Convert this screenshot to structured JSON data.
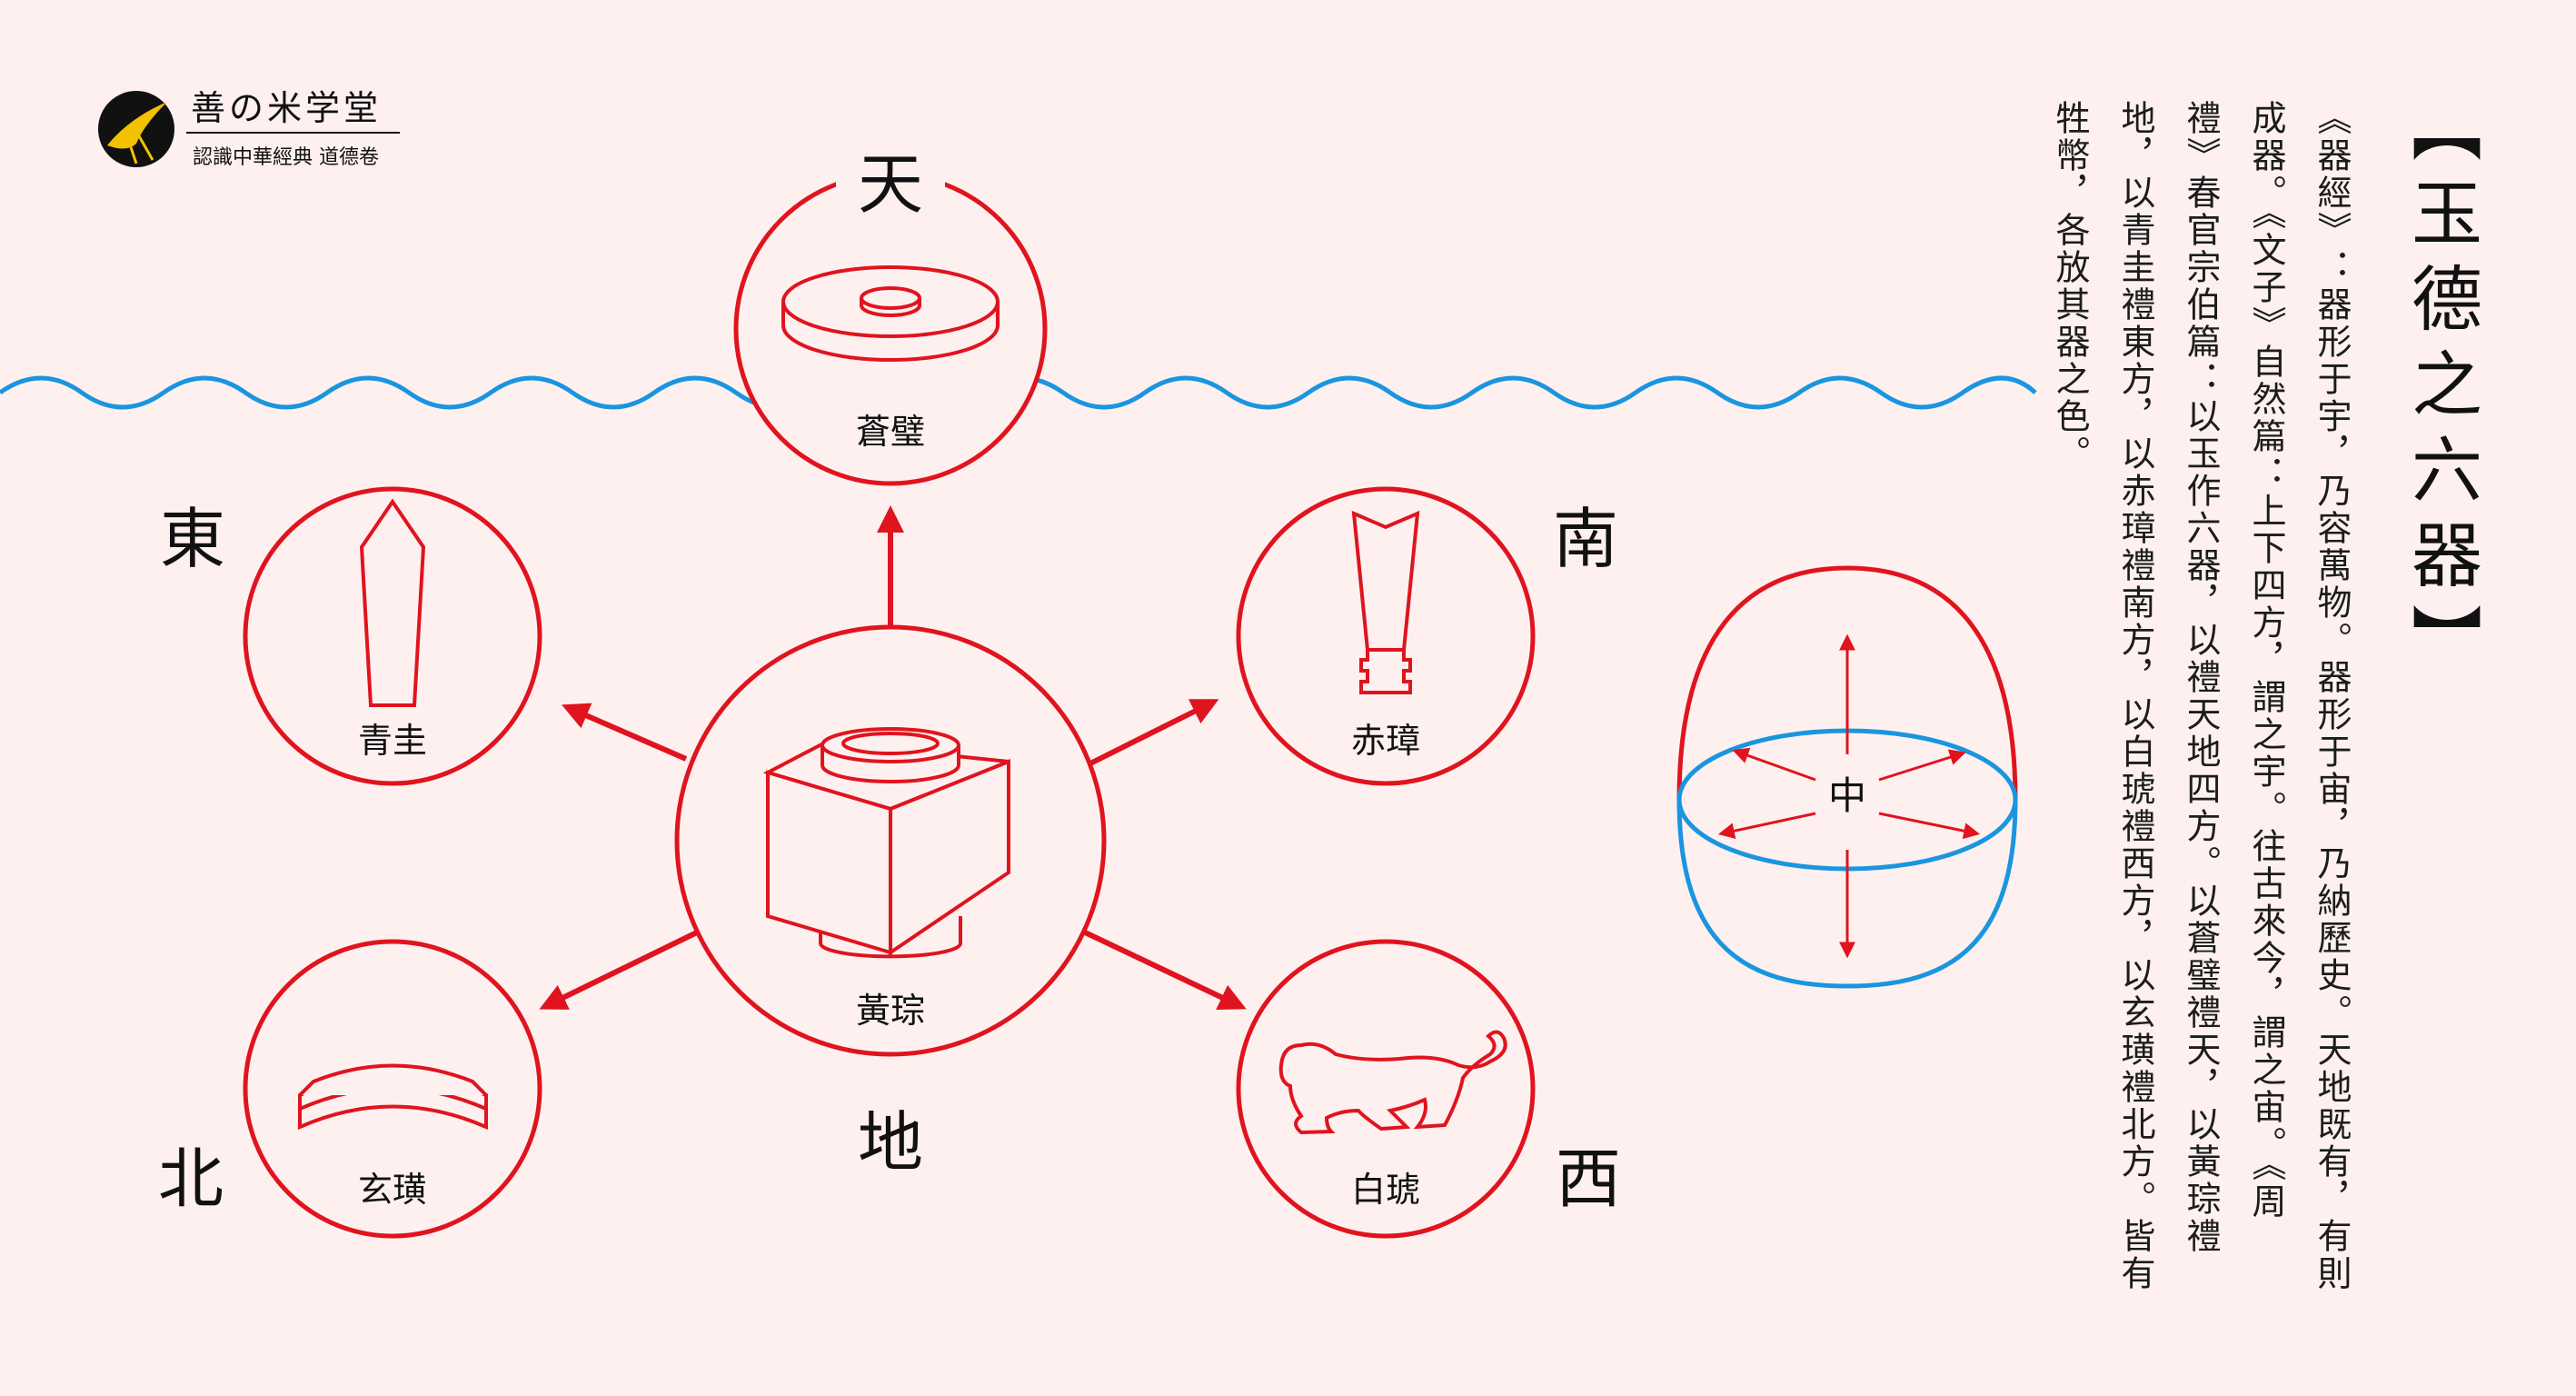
{
  "logo": {
    "name": "善の米学堂",
    "subtitle": "認識中華經典 道德卷"
  },
  "title": "【玉德之六器】",
  "body_columns": [
    "《器經》：器形于宇，乃容萬物。器形于宙，乃納歷史。天地既有，有則",
    "成器。《文子》自然篇：上下四方，謂之宇。往古來今，謂之宙。《周",
    "禮》春官宗伯篇：以玉作六器，以禮天地四方。以蒼璧禮天，以黃琮禮",
    "地，以青圭禮東方，以赤璋禮南方，以白琥禮西方，以玄璜禮北方。皆有",
    "牲幣，各放其器之色。"
  ],
  "directions": {
    "heaven": "天",
    "earth": "地",
    "east": "東",
    "south": "南",
    "west": "西",
    "north": "北",
    "center": "中"
  },
  "vessels": {
    "cang_bi": "蒼璧",
    "huang_cong": "黃琮",
    "qing_gui": "青圭",
    "chi_zhang": "赤璋",
    "bai_hu": "白琥",
    "xuan_huang": "玄璜"
  },
  "colors": {
    "accent_red": "#e0141e",
    "water_blue": "#1a95e0",
    "background": "#fdf0ef",
    "ink": "#111111"
  }
}
